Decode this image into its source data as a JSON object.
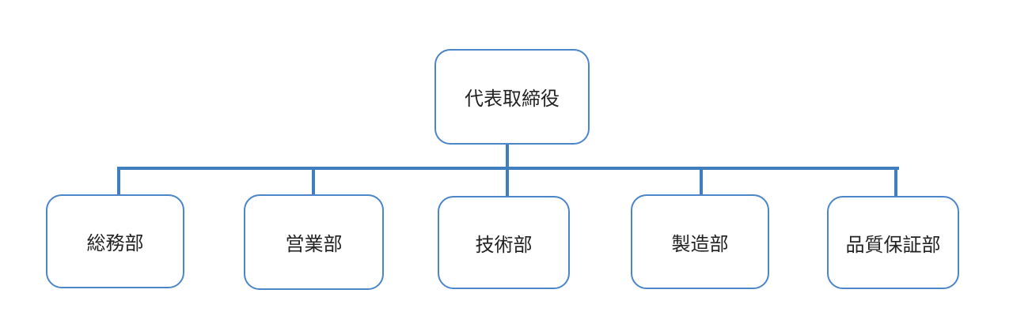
{
  "colors": {
    "box_border": "#4a86c8",
    "connector": "#3f7fc0",
    "text": "#222222",
    "background": "#ffffff"
  },
  "root": {
    "label": "代表取締役"
  },
  "departments": [
    {
      "label": "総務部"
    },
    {
      "label": "営業部"
    },
    {
      "label": "技術部"
    },
    {
      "label": "製造部"
    },
    {
      "label": "品質保証部"
    }
  ]
}
